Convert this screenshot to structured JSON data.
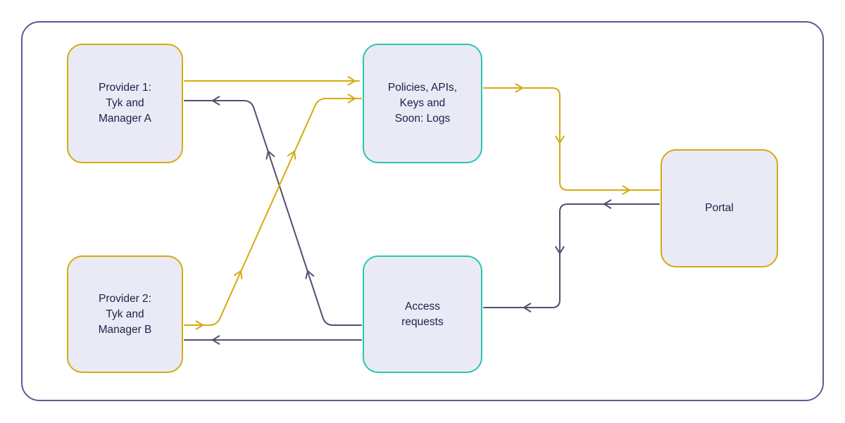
{
  "diagram": {
    "colors": {
      "gold": "#d5ab0e",
      "teal": "#2bc4b2",
      "slate": "#50506e",
      "frame": "#5c5c94",
      "node_fill": "#eaeaf6",
      "text": "#1f1f47",
      "background": "#ffffff"
    },
    "nodes": [
      {
        "id": "provider1",
        "lines": [
          "Provider 1:",
          "Tyk and",
          "Manager A"
        ],
        "border": "gold"
      },
      {
        "id": "provider2",
        "lines": [
          "Provider 2:",
          "Tyk and",
          "Manager B"
        ],
        "border": "gold"
      },
      {
        "id": "policies",
        "lines": [
          "Policies, APIs,",
          "Keys and",
          "Soon: Logs"
        ],
        "border": "teal"
      },
      {
        "id": "access",
        "lines": [
          "Access",
          "requests"
        ],
        "border": "teal"
      },
      {
        "id": "portal",
        "lines": [
          "Portal"
        ],
        "border": "gold"
      }
    ],
    "connectors": [
      {
        "from": "provider1",
        "to": "policies",
        "color": "gold"
      },
      {
        "from": "access",
        "to": "provider1",
        "color": "slate"
      },
      {
        "from": "provider2",
        "to": "policies",
        "color": "gold"
      },
      {
        "from": "access",
        "to": "provider2",
        "color": "slate"
      },
      {
        "from": "policies",
        "to": "portal",
        "color": "gold"
      },
      {
        "from": "portal",
        "to": "access",
        "color": "slate"
      }
    ]
  }
}
